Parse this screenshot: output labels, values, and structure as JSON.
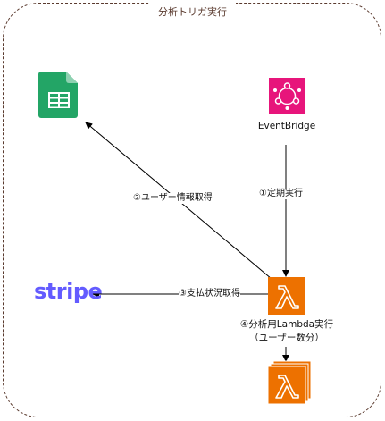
{
  "group": {
    "title": "分析トリガ実行"
  },
  "nodes": {
    "eventbridge": {
      "label": "EventBridge"
    },
    "stripe": {
      "logo_text": "stripe"
    },
    "lambda_main": {
      "label_line1": "④分析用Lambda実行",
      "label_line2": "（ユーザー数分）"
    }
  },
  "edges": {
    "e1": {
      "label": "①定期実行"
    },
    "e2": {
      "label": "②ユーザー情報取得"
    },
    "e3": {
      "label": "③支払状況取得"
    }
  },
  "colors": {
    "border": "#5a3a2e",
    "eventbridge": "#e7157b",
    "lambda": "#ed7100",
    "sheets": "#23a566",
    "stripe": "#635bff"
  }
}
